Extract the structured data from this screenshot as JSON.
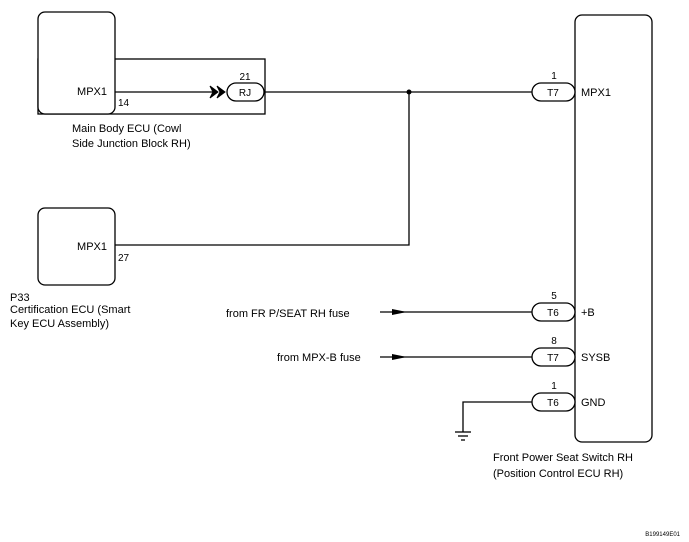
{
  "diagram": {
    "main_body_ecu": {
      "pin_name": "MPX1",
      "pin_number": "14",
      "caption_line1": "Main Body ECU (Cowl",
      "caption_line2": "Side Junction Block RH)"
    },
    "junction_connector": {
      "label": "RJ",
      "pin_number": "21"
    },
    "certification_ecu": {
      "pin_name": "MPX1",
      "pin_number": "27",
      "code": "P33",
      "caption_line1": "Certification ECU (Smart",
      "caption_line2": "Key ECU Assembly)"
    },
    "seat_switch": {
      "caption_line1": "Front Power Seat Switch RH",
      "caption_line2": "(Position Control ECU RH)",
      "pins": [
        {
          "connector": "T7",
          "number": "1",
          "name": "MPX1"
        },
        {
          "connector": "T6",
          "number": "5",
          "name": "+B"
        },
        {
          "connector": "T7",
          "number": "8",
          "name": "SYSB"
        },
        {
          "connector": "T6",
          "number": "1",
          "name": "GND"
        }
      ]
    },
    "sources": {
      "fr_pseat_fuse": "from FR P/SEAT RH fuse",
      "mpx_b_fuse": "from MPX-B fuse"
    },
    "figure_code": "B199149E01"
  }
}
